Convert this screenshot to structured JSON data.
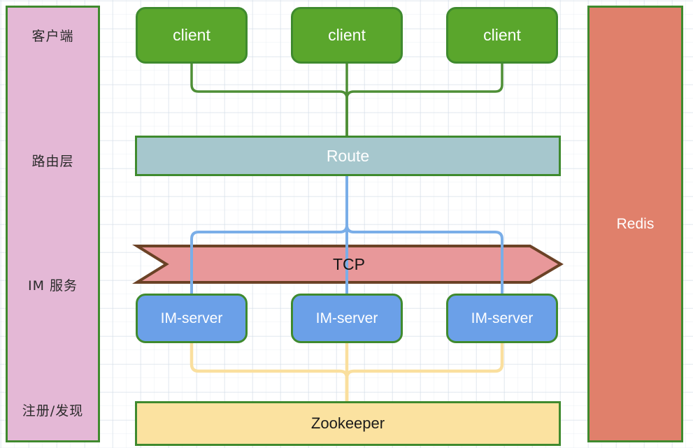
{
  "diagram": {
    "title": "IM System Architecture",
    "background": {
      "color": "#ffffff",
      "grid": "40px light-blue grid"
    },
    "colors": {
      "lane_panel_fill": "#e4b8d6",
      "border_green": "#3f8a2e",
      "client_fill": "#5aa62c",
      "route_fill": "#a6c7cd",
      "tcp_fill": "#e8989a",
      "tcp_border": "#6b4226",
      "imserver_fill": "#6ba0e8",
      "zookeeper_fill": "#fbe2a0",
      "redis_fill": "#e0806b",
      "link_green": "#4e8f36",
      "link_blue": "#7aaee8",
      "link_yellow": "#fadf9e"
    }
  },
  "lanes": {
    "name": "layer-legend-panel",
    "items": [
      {
        "label": "客户端"
      },
      {
        "label": "路由层"
      },
      {
        "label": "IM 服务"
      },
      {
        "label": "注册/发现"
      }
    ]
  },
  "clients": [
    {
      "label": "client"
    },
    {
      "label": "client"
    },
    {
      "label": "client"
    }
  ],
  "route": {
    "label": "Route"
  },
  "tcp": {
    "label": "TCP"
  },
  "servers": [
    {
      "label": "IM-server"
    },
    {
      "label": "IM-server"
    },
    {
      "label": "IM-server"
    }
  ],
  "zookeeper": {
    "label": "Zookeeper"
  },
  "redis": {
    "label": "Redis"
  }
}
